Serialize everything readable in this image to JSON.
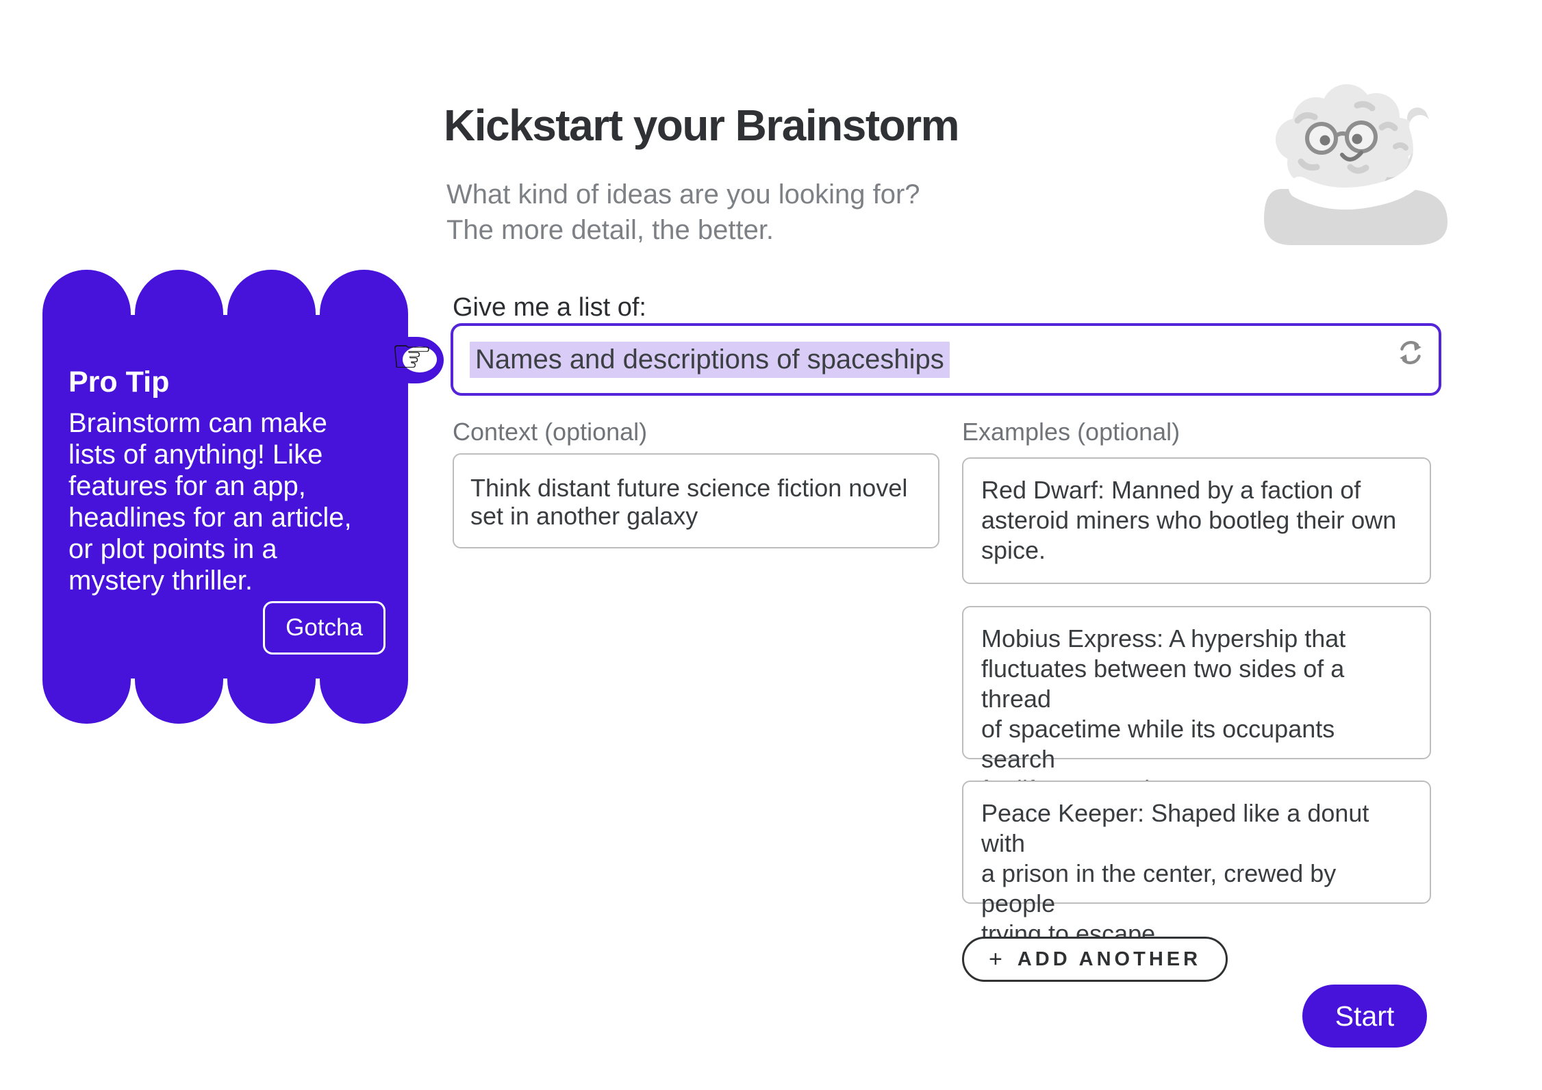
{
  "header": {
    "title": "Kickstart your Brainstorm",
    "subtitle": "What kind of ideas are you looking for?\nThe more detail, the better."
  },
  "protip": {
    "title": "Pro Tip",
    "body": "Brainstorm can make\nlists of anything! Like\nfeatures for an app,\nheadlines for an article,\nor plot points in a\nmystery thriller.",
    "dismiss_label": "Gotcha",
    "pointer_glyph": "☞"
  },
  "form": {
    "list": {
      "label": "Give me a list of:",
      "value": "Names and descriptions of spaceships"
    },
    "context": {
      "label": "Context (optional)",
      "value": "Think distant future science fiction novel\nset in another galaxy"
    },
    "examples": {
      "label": "Examples (optional)",
      "items": [
        "Red Dwarf: Manned by a faction of\nasteroid miners who bootleg their own\nspice.",
        "Mobius Express: A hypership that\nfluctuates between two sides of a thread\nof spacetime while its occupants search\nfor life among the stars",
        "Peace Keeper: Shaped like a donut with\na prison in the center, crewed by people\ntrying to escape"
      ],
      "add_plus": "+",
      "add_label": "ADD ANOTHER"
    },
    "start_label": "Start"
  },
  "icons": {
    "refresh": "refresh-icon",
    "pointer": "pointing-hand-icon",
    "mascot": "brain-mascot-illustration"
  },
  "colors": {
    "accent_purple": "#4713da",
    "input_border_purple": "#5424d8",
    "text_selection": "#d9cdf7",
    "field_border_gray": "#bdbdbd",
    "label_gray": "#707478",
    "subtitle_gray": "#7d8084",
    "title_dark": "#2f3134"
  }
}
